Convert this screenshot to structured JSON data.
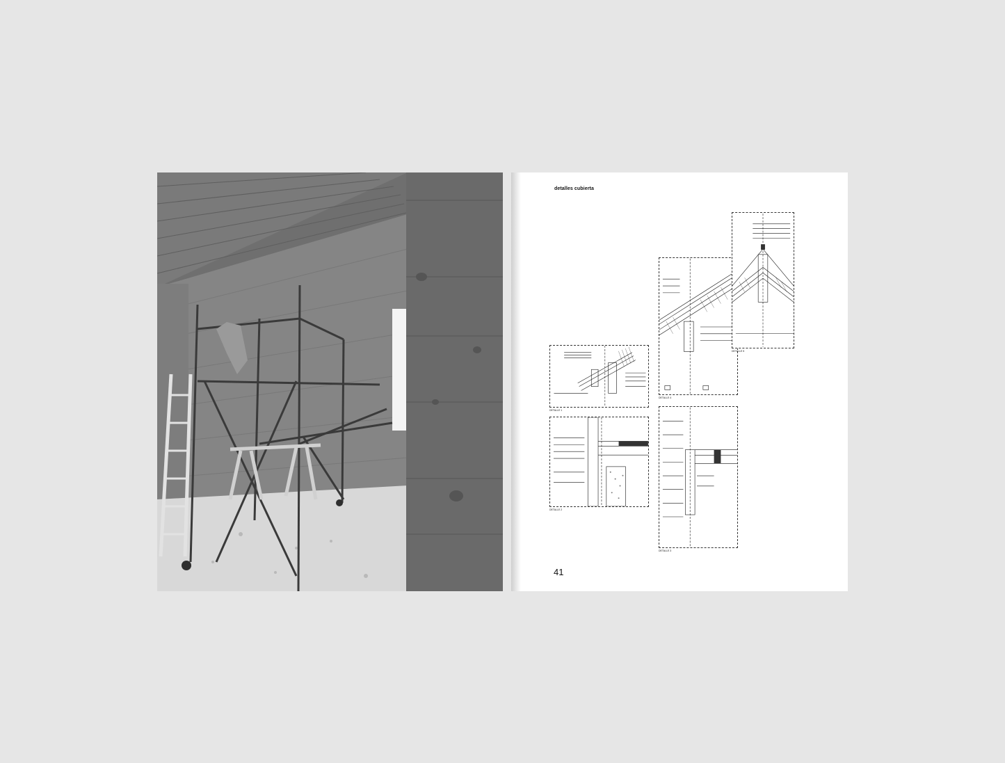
{
  "left_page": {
    "photo_alt": "Interior de una buhardilla con paredes y techo de madera, andamio y escaleras"
  },
  "right_page": {
    "heading": "detalles cubierta",
    "page_number": "41",
    "details": [
      {
        "label": "DETALLE 1"
      },
      {
        "label": "DETALLE 2"
      },
      {
        "label": "DETALLE 3"
      },
      {
        "label": "DETALLE 4"
      },
      {
        "label": "DETALLE 5"
      }
    ]
  },
  "colors": {
    "background": "#e6e6e6",
    "page": "#ffffff",
    "ink": "#111111"
  }
}
